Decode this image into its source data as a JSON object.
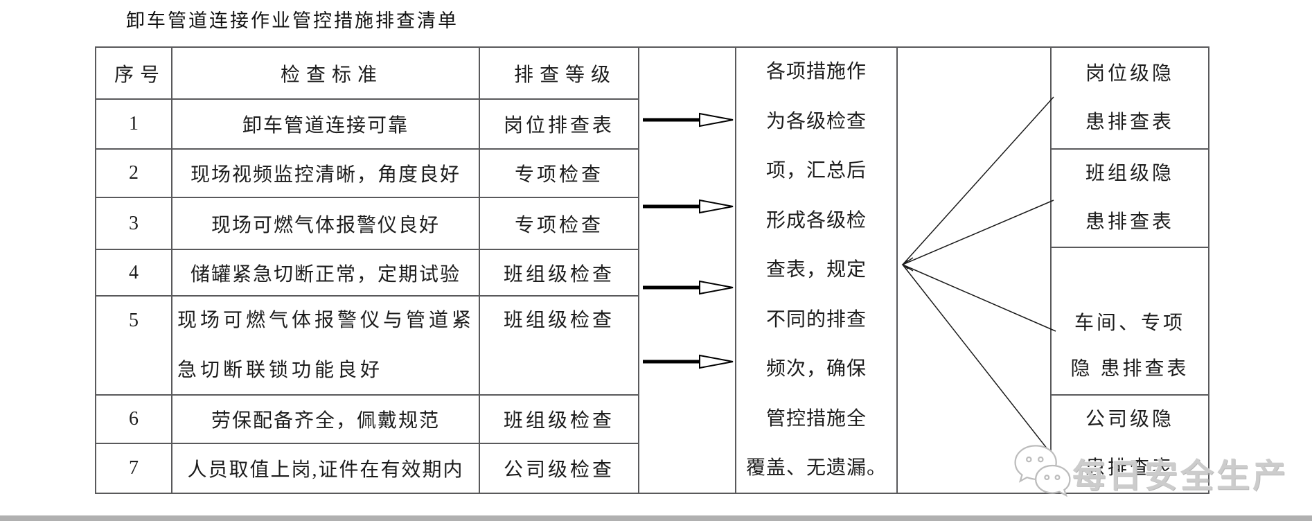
{
  "title": "卸车管道连接作业管控措施排查清单",
  "table": {
    "headers": {
      "no": "序号",
      "standard": "检查标准",
      "level": "排查等级"
    },
    "rows": [
      {
        "no": "1",
        "standard": "卸车管道连接可靠",
        "level": "岗位排查表"
      },
      {
        "no": "2",
        "standard": "现场视频监控清晰，角度良好",
        "level": "专项检查"
      },
      {
        "no": "3",
        "standard": "现场可燃气体报警仪良好",
        "level": "专项检查"
      },
      {
        "no": "4",
        "standard": "储罐紧急切断正常，定期试验",
        "level": "班组级检查"
      },
      {
        "no": "5",
        "standard_lines": [
          "现场可燃气体报警仪与管道紧",
          "急切断联锁功能良好"
        ],
        "standard": "现场可燃气体报警仪与管道紧急切断联锁功能良好",
        "level": "班组级检查"
      },
      {
        "no": "6",
        "standard": "劳保配备齐全，佩戴规范",
        "level": "班组级检查"
      },
      {
        "no": "7",
        "standard": "人员取值上岗,证件在有效期内",
        "level": "公司级检查"
      }
    ]
  },
  "middle_note": {
    "lines": [
      "各项措施作",
      "为各级检查",
      "项，汇总后",
      "形成各级检",
      "查表，规定",
      "不同的排查",
      "频次，确保",
      "管控措施全",
      "覆盖、无遗漏。"
    ],
    "full_text": "各项措施作为各级检查项，汇总后形成各级检查表，规定不同的排查频次，确保管控措施全覆盖、无遗漏。"
  },
  "output_boxes": [
    {
      "lines": [
        "岗位级隐",
        "患排查表"
      ]
    },
    {
      "lines": [
        "班组级隐",
        "患排查表"
      ]
    },
    {
      "lines": [
        "车间、专项",
        "隐 患排查表"
      ]
    },
    {
      "lines": [
        "公司级隐",
        "患排查表"
      ]
    }
  ],
  "watermark": {
    "icon": "wechat-icon",
    "text": "每日安全生产"
  },
  "colors": {
    "border": "#59595b",
    "text": "#1c1c1c",
    "arrow": "#000000",
    "watermark_text": "#cccccc",
    "bottom_bar": "#b0b0b0",
    "background": "#ffffff"
  }
}
